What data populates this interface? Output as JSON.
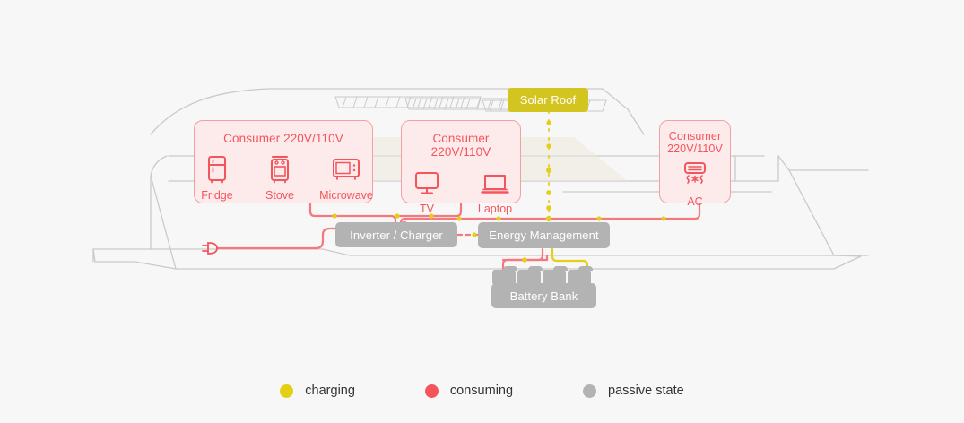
{
  "diagram": {
    "title_vessel": "boat-energy-flow",
    "solar": {
      "label": "Solar Roof",
      "color": "#d4c41f",
      "state": "charging"
    },
    "systems": [
      {
        "key": "inverter",
        "label": "Inverter / Charger",
        "state": "passive"
      },
      {
        "key": "energy",
        "label": "Energy Management",
        "state": "passive"
      },
      {
        "key": "battery",
        "label": "Battery Bank",
        "state": "passive"
      }
    ],
    "consumers": [
      {
        "key": "galley",
        "title": "Consumer 220V/110V",
        "state": "consuming",
        "items": [
          {
            "icon": "fridge-icon",
            "label": "Fridge"
          },
          {
            "icon": "stove-icon",
            "label": "Stove"
          },
          {
            "icon": "microwave-icon",
            "label": "Microwave"
          }
        ]
      },
      {
        "key": "saloon",
        "title": "Consumer 220V/110V",
        "state": "consuming",
        "items": [
          {
            "icon": "tv-icon",
            "label": "TV"
          },
          {
            "icon": "laptop-icon",
            "label": "Laptop"
          }
        ]
      },
      {
        "key": "climate",
        "title": "Consumer\n220V/110V",
        "title_line1": "Consumer",
        "title_line2": "220V/110V",
        "state": "consuming",
        "items": [
          {
            "icon": "air-conditioner-icon",
            "label": "AC"
          }
        ]
      }
    ],
    "shore_power": {
      "icon": "plug-icon",
      "state": "consuming"
    },
    "legend": [
      {
        "label": "charging",
        "color": "#e3cf16"
      },
      {
        "label": "consuming",
        "color": "#f4555c"
      },
      {
        "label": "passive state",
        "color": "#b3b3b3"
      }
    ],
    "colors": {
      "charging": "#e3cf16",
      "consuming": "#f4555c",
      "passive": "#b3b3b3",
      "background": "#f7f7f7",
      "hull_outline": "#c9c9c9",
      "consumer_fill": "#fdeaea",
      "consumer_border": "#f2a0a3"
    }
  }
}
